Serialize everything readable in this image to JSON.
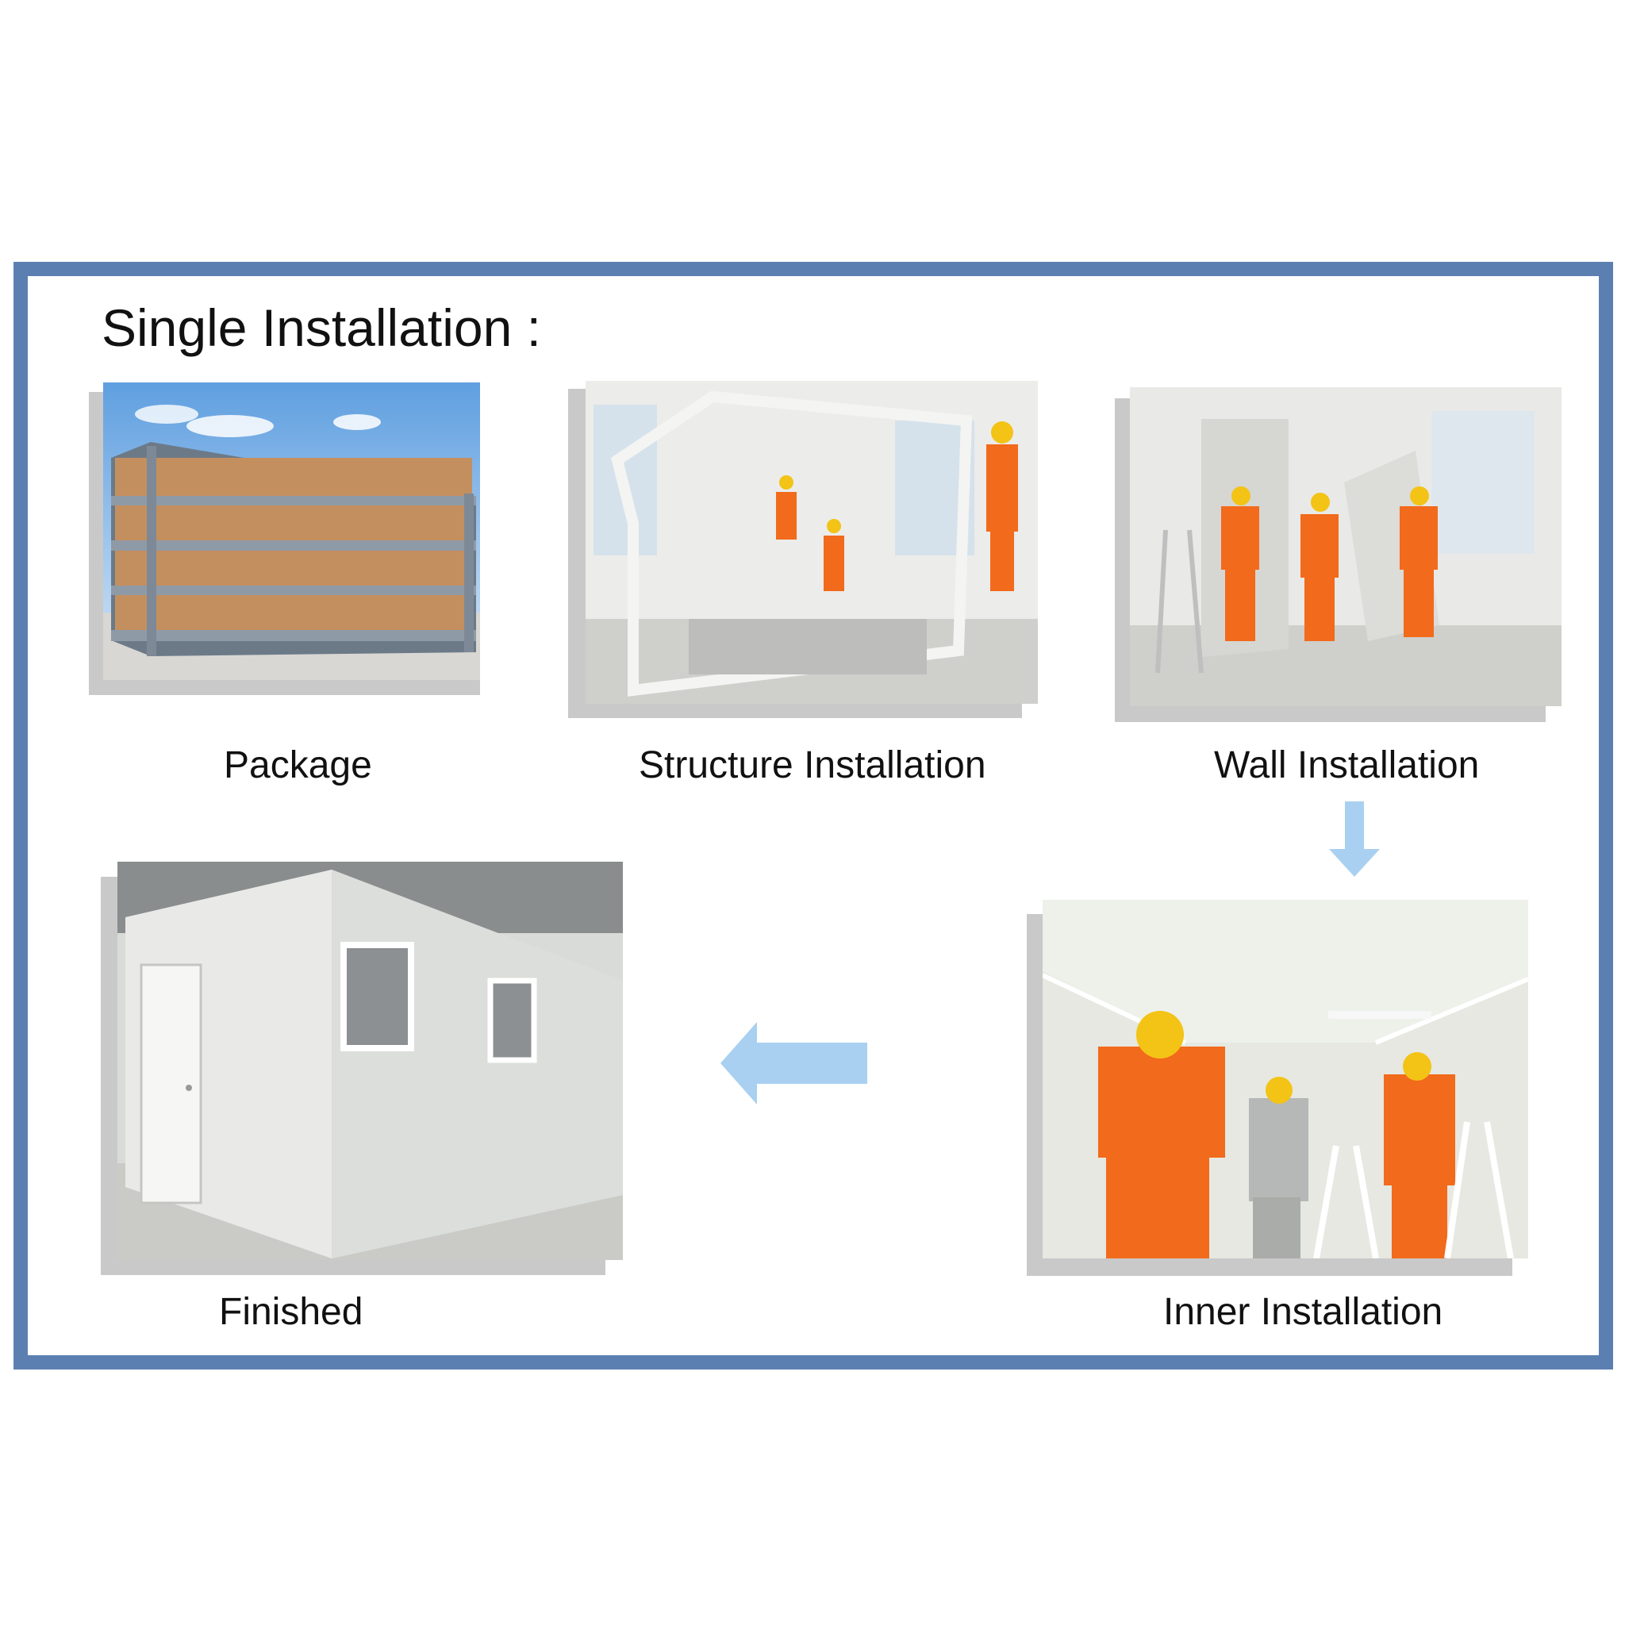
{
  "title": "Single Installation :",
  "steps": [
    {
      "label": "Package"
    },
    {
      "label": "Structure Installation"
    },
    {
      "label": "Wall Installation"
    },
    {
      "label": "Inner Installation"
    },
    {
      "label": "Finished"
    }
  ],
  "colors": {
    "frame": "#5b7fb0",
    "arrow": "#a9d0f0",
    "workwear": "#f26a1b",
    "helmet": "#f3c316"
  },
  "icons": [
    "arrow-down-icon",
    "arrow-left-icon"
  ]
}
